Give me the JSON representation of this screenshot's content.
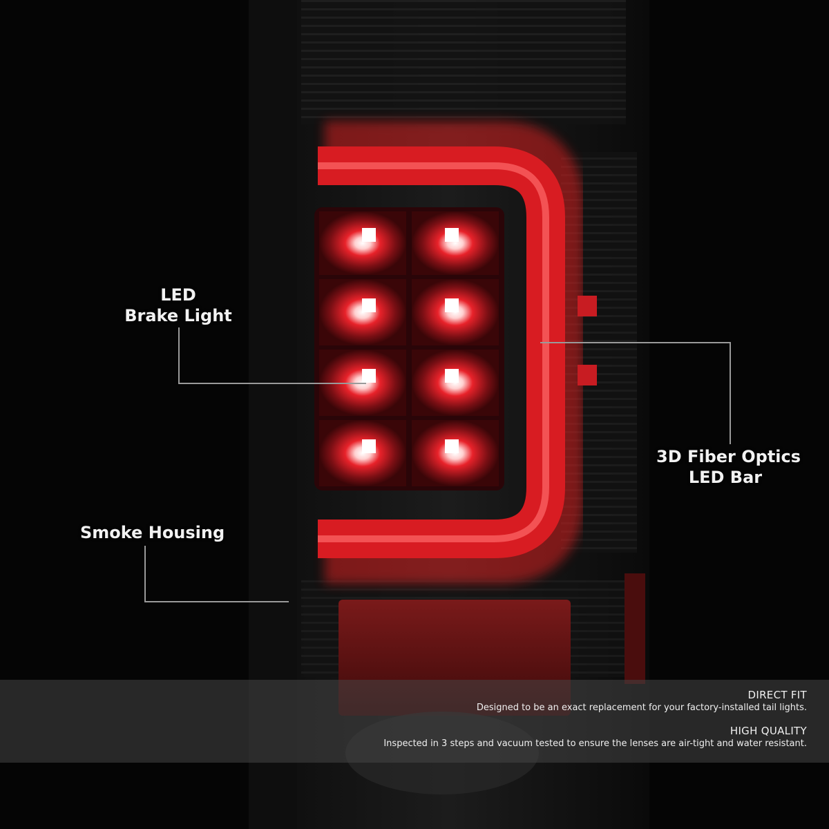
{
  "callouts": {
    "led_brake": {
      "line1": "LED",
      "line2": "Brake Light"
    },
    "fiber_optics": {
      "line1": "3D Fiber Optics",
      "line2": "LED Bar"
    },
    "smoke_housing": {
      "line1": "Smoke Housing"
    }
  },
  "features": [
    {
      "title": "DIRECT FIT",
      "text": "Designed to be an exact replacement for your factory-installed tail lights."
    },
    {
      "title": "HIGH QUALITY",
      "text": "Inspected in 3 steps and vacuum tested to ensure the lenses are air-tight and water resistant."
    }
  ],
  "colors": {
    "background": "#050505",
    "led_red": "#e8222a",
    "housing": "#151515",
    "line": "#9a9a9a"
  }
}
